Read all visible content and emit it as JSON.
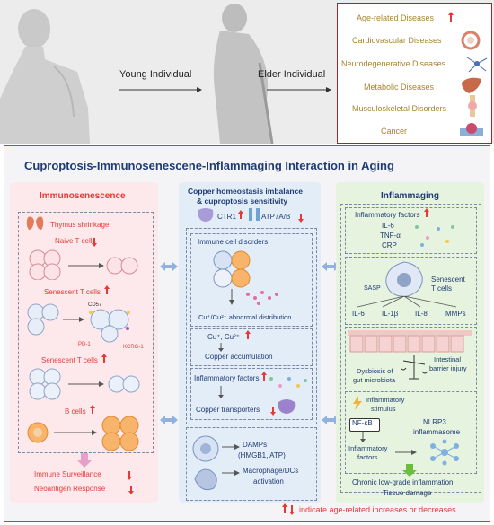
{
  "top": {
    "young_label": "Young Individual",
    "elder_label": "Elder Individual",
    "diseases": {
      "header": "Age-related Diseases",
      "items": [
        "Cardiovascular Diseases",
        "Neurodegenerative Diseases",
        "Metabolic Diseases",
        "Musculoskeletal Disorders",
        "Cancer"
      ]
    }
  },
  "main": {
    "title": "Cuproptosis-Immunosenescene-Inflammaging Interaction in Aging",
    "left": {
      "title": "Immunosenescence",
      "thymus": "Thymus shrinkage",
      "naive": "Naive T cells",
      "senescent1": "Senescent T cells",
      "cd57": "CD57",
      "pd1": "PD-1",
      "kcrg1": "KCRG-1",
      "senescent2": "Senescent T cells",
      "bcells": "B cells",
      "surveillance": "Immune Surveillance",
      "neoantigen": "Neoantigen Response"
    },
    "center": {
      "title_line1": "Copper homeostasis imbalance",
      "title_line2": "& cuproptosis sensitivity",
      "ctr1": "CTR1",
      "atp7": "ATP7A/B",
      "immune_disorders": "Immune cell disorders",
      "cu_distribution": "Cu⁺/Cu²⁺ abnormal distribution",
      "cu_ions": "Cu⁺, Cu²⁺",
      "cu_accumulation": "Copper accumulation",
      "inflam_factors": "Inflammatory factors",
      "cu_transporters": "Copper transporters",
      "damps": "DAMPs",
      "damps_detail": "(HMGB1, ATP)",
      "macrophage": "Macrophage/DCs",
      "activation": "activation"
    },
    "right": {
      "title": "Inflammaging",
      "factors": "Inflammatory factors",
      "il6": "IL-6",
      "tnf": "TNF-α",
      "crp": "CRP",
      "sasp": "SASP",
      "senescent_line1": "Senescent",
      "senescent_line2": "T cells",
      "sasp_il6": "IL-6",
      "sasp_il1b": "IL-1β",
      "sasp_il8": "IL-8",
      "sasp_mmps": "MMPs",
      "dysbiosis_line1": "Dysbiosis of",
      "dysbiosis_line2": "gut microbiota",
      "barrier_line1": "Intestinal",
      "barrier_line2": "barrier injury",
      "stimulus_line1": "Inflammatory",
      "stimulus_line2": "stimulus",
      "nfkb": "NF-κB",
      "nlrp3_line1": "NLRP3",
      "nlrp3_line2": "inflammasome",
      "inflam_factors_line1": "Inflammatory",
      "inflam_factors_line2": "factors",
      "chronic": "Chronic low-grade inflammation",
      "tissue": "Tissue damage"
    },
    "legend": "indicate age-related increases or decreases"
  },
  "colors": {
    "red_accent": "#e53935",
    "title_blue": "#1f3b73",
    "disease_gold": "#a9842f",
    "left_panel": "#fde9ec",
    "center_panel": "#e3edf8",
    "right_panel": "#e6f3df",
    "frame_red": "#d93636"
  }
}
